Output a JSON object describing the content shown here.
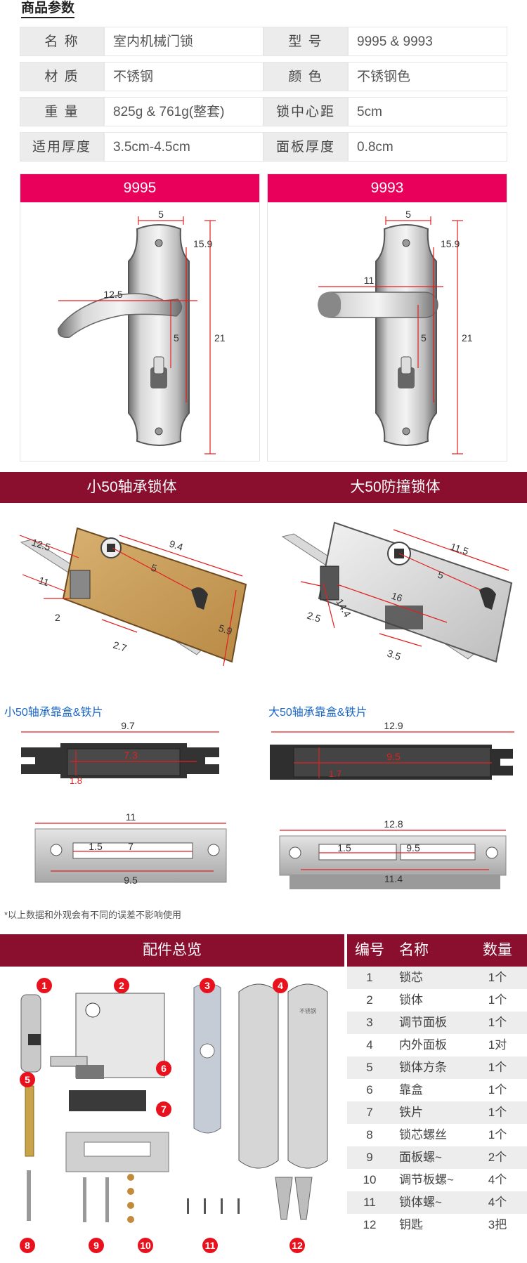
{
  "section_title": "商品参数",
  "params": [
    [
      {
        "k": "名 称",
        "v": "室内机械门锁"
      },
      {
        "k": "型 号",
        "v": "9995 & 9993"
      }
    ],
    [
      {
        "k": "材 质",
        "v": "不锈钢"
      },
      {
        "k": "颜 色",
        "v": "不锈钢色"
      }
    ],
    [
      {
        "k": "重 量",
        "v": "825g & 761g(整套)"
      },
      {
        "k": "锁中心距",
        "v": "5cm"
      }
    ],
    [
      {
        "k": "适用厚度",
        "v": "3.5cm-4.5cm"
      },
      {
        "k": "面板厚度",
        "v": "0.8cm"
      }
    ]
  ],
  "models": [
    {
      "name": "9995",
      "dims": {
        "top": "5",
        "height_upper": "15.9",
        "handle": "12.5",
        "center": "5",
        "total": "21"
      }
    },
    {
      "name": "9993",
      "dims": {
        "top": "5",
        "height_upper": "15.9",
        "handle": "11",
        "center": "5",
        "total": "21"
      }
    }
  ],
  "lockbody_band": {
    "left": "小50轴承锁体",
    "right": "大50防撞锁体"
  },
  "lockbody_dims": {
    "small": {
      "a": "12.5",
      "b": "11",
      "c": "9.4",
      "d": "5",
      "e": "2",
      "f": "2.7",
      "g": "5.9"
    },
    "large": {
      "a": "11.5",
      "b": "5",
      "c": "16",
      "d": "14.4",
      "e": "2.5",
      "f": "3.5"
    }
  },
  "strike_labels": {
    "left": "小50轴承靠盒&铁片",
    "right": "大50轴承靠盒&铁片"
  },
  "strike_dims": {
    "small_box": {
      "w": "9.7",
      "inner": "7.3",
      "h": "1.8"
    },
    "large_box": {
      "w": "12.9",
      "inner": "9.5",
      "h": "1.7"
    },
    "small_plate": {
      "w": "11",
      "a": "1.5",
      "b": "7",
      "c": "9.5"
    },
    "large_plate": {
      "w": "12.8",
      "a": "1.5",
      "b": "9.5",
      "c": "11.4"
    }
  },
  "note": "*以上数据和外观会有不同的误差不影响使用",
  "accessories_title": "配件总览",
  "badges": [
    "1",
    "2",
    "3",
    "4",
    "5",
    "6",
    "7",
    "8",
    "9",
    "10",
    "11",
    "12"
  ],
  "panel_stamp": "不锈钢",
  "table": {
    "headers": [
      "编号",
      "名称",
      "数量"
    ],
    "rows": [
      [
        "1",
        "锁芯",
        "1个"
      ],
      [
        "2",
        "锁体",
        "1个"
      ],
      [
        "3",
        "调节面板",
        "1个"
      ],
      [
        "4",
        "内外面板",
        "1对"
      ],
      [
        "5",
        "锁体方条",
        "1个"
      ],
      [
        "6",
        "靠盒",
        "1个"
      ],
      [
        "7",
        "铁片",
        "1个"
      ],
      [
        "8",
        "锁芯螺丝",
        "1个"
      ],
      [
        "9",
        "面板螺~",
        "2个"
      ],
      [
        "10",
        "调节板螺~",
        "4个"
      ],
      [
        "11",
        "锁体螺~",
        "4个"
      ],
      [
        "12",
        "钥匙",
        "3把"
      ]
    ]
  },
  "colors": {
    "accent_pink": "#e8005a",
    "band_maroon": "#8a0e2e",
    "dimension_red": "#e02020",
    "badge_red": "#e8121e",
    "label_blue": "#1a66c8"
  }
}
